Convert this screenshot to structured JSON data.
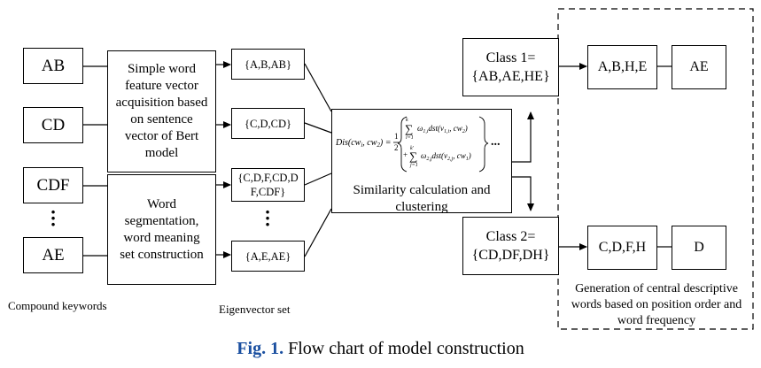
{
  "keywords": {
    "items": [
      "AB",
      "CD",
      "CDF",
      "AE"
    ],
    "caption": "Compound keywords"
  },
  "process_boxes": {
    "bert": "Simple word feature vector acquisition based on sentence vector of Bert model",
    "segmentation": "Word segmentation, word meaning set construction"
  },
  "eigen": {
    "items": [
      "{A,B,AB}",
      "{C,D,CD}",
      "{C,D,F,CD,D F,CDF}",
      "{A,E,AE}"
    ],
    "caption": "Eigenvector set"
  },
  "similarity": {
    "label": "Similarity calculation and clustering",
    "formula": {
      "lhs": "Dis(cw",
      "ellipsis": "...",
      "term1": "ω",
      "term2": "ω"
    }
  },
  "classes": {
    "class1": {
      "title": "Class 1=",
      "set": "{AB,AE,HE}"
    },
    "class2": {
      "title": "Class 2=",
      "set": "{CD,DF,DH}"
    }
  },
  "outputs": {
    "words1": "A,B,H,E",
    "central1": "AE",
    "words2": "C,D,F,H",
    "central2": "D",
    "group_label": "Generation of central descriptive words based on position order and word frequency"
  },
  "figure_caption": {
    "prefix": "Fig. 1.",
    "text": " Flow chart of model construction"
  }
}
